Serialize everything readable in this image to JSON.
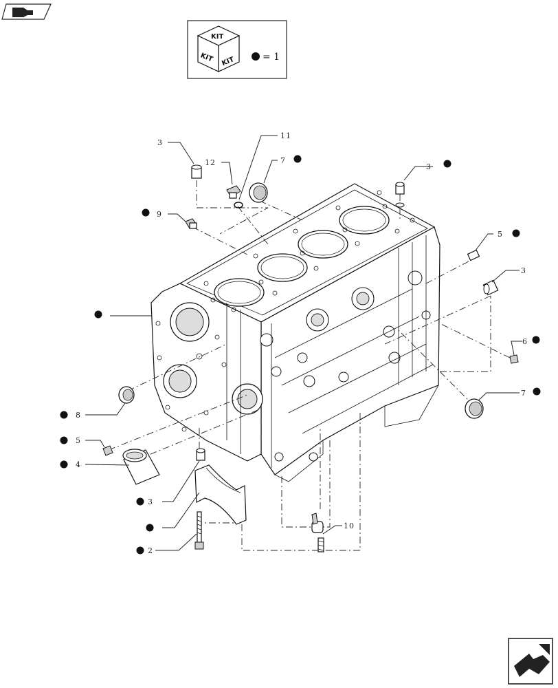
{
  "legend": {
    "kit_label": "KIT",
    "equals_text": "= 1"
  },
  "callouts": {
    "c1": "3",
    "c2": "12",
    "c3": "11",
    "c4": "7",
    "c5": "3",
    "c6": "9",
    "c7": "5",
    "c8": "3",
    "c9": "6",
    "c10": "7",
    "c11": "8",
    "c12": "5",
    "c13": "4",
    "c14": "3",
    "c15": "2",
    "c16": "10"
  },
  "colors": {
    "ink": "#222222",
    "dot": "#111111"
  },
  "icons": {
    "top_left": "book-arrow-icon",
    "bottom_right": "next-page-arrow-icon"
  }
}
